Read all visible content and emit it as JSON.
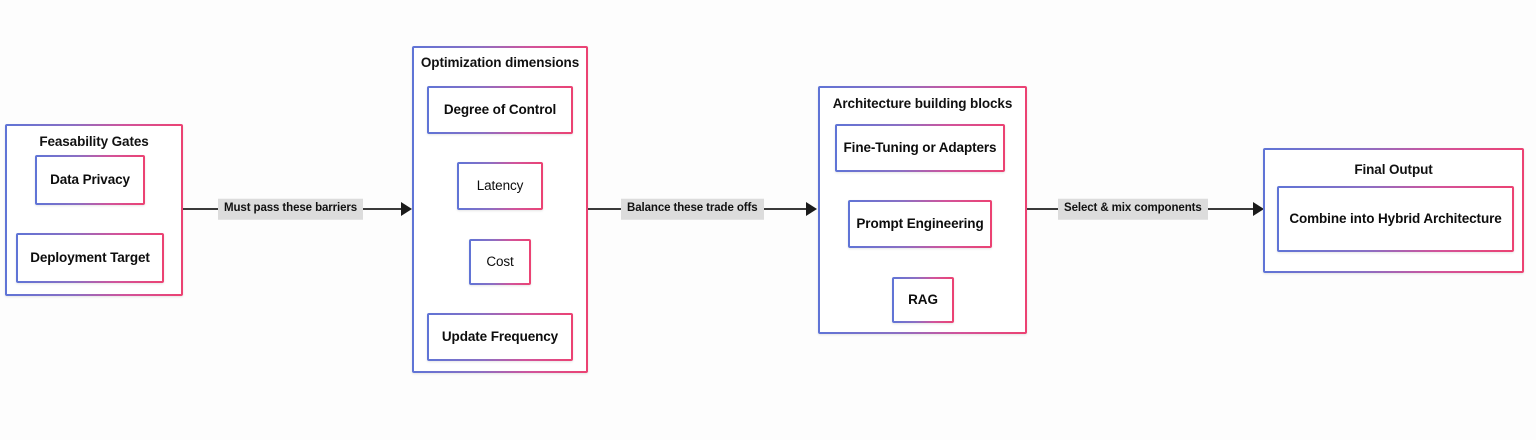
{
  "diagram": {
    "type": "flowchart",
    "orientation": "left-to-right",
    "background_color": "#fdfdfd",
    "border_gradient": {
      "start": "#5f74d6",
      "end": "#ec4272"
    },
    "edge_label_background": "#dcdcdc",
    "edge_line_color": "#3a3a3a"
  },
  "groups": [
    {
      "id": "feasability-gates",
      "title": "Feasability Gates",
      "nodes": [
        {
          "id": "data-privacy",
          "label": "Data Privacy",
          "weight": "bold"
        },
        {
          "id": "deployment-target",
          "label": "Deployment Target",
          "weight": "bold"
        }
      ]
    },
    {
      "id": "optimization-dimensions",
      "title": "Optimization dimensions",
      "nodes": [
        {
          "id": "degree-of-control",
          "label": "Degree of Control",
          "weight": "bold"
        },
        {
          "id": "latency",
          "label": "Latency",
          "weight": "light"
        },
        {
          "id": "cost",
          "label": "Cost",
          "weight": "light"
        },
        {
          "id": "update-frequency",
          "label": "Update Frequency",
          "weight": "bold"
        }
      ]
    },
    {
      "id": "architecture-building-blocks",
      "title": "Architecture building blocks",
      "nodes": [
        {
          "id": "fine-tuning-or-adapters",
          "label": "Fine-Tuning or Adapters",
          "weight": "bold"
        },
        {
          "id": "prompt-engineering",
          "label": "Prompt Engineering",
          "weight": "bold"
        },
        {
          "id": "rag",
          "label": "RAG",
          "weight": "bold"
        }
      ]
    },
    {
      "id": "final-output",
      "title": "Final Output",
      "nodes": [
        {
          "id": "combine-into-hybrid-architecture",
          "label": "Combine into Hybrid Architecture",
          "weight": "bold"
        }
      ]
    }
  ],
  "edges": [
    {
      "id": "edge-1",
      "from": "feasability-gates",
      "to": "optimization-dimensions",
      "label": "Must pass these barriers"
    },
    {
      "id": "edge-2",
      "from": "optimization-dimensions",
      "to": "architecture-building-blocks",
      "label": "Balance these trade offs"
    },
    {
      "id": "edge-3",
      "from": "architecture-building-blocks",
      "to": "final-output",
      "label": "Select & mix components"
    }
  ]
}
